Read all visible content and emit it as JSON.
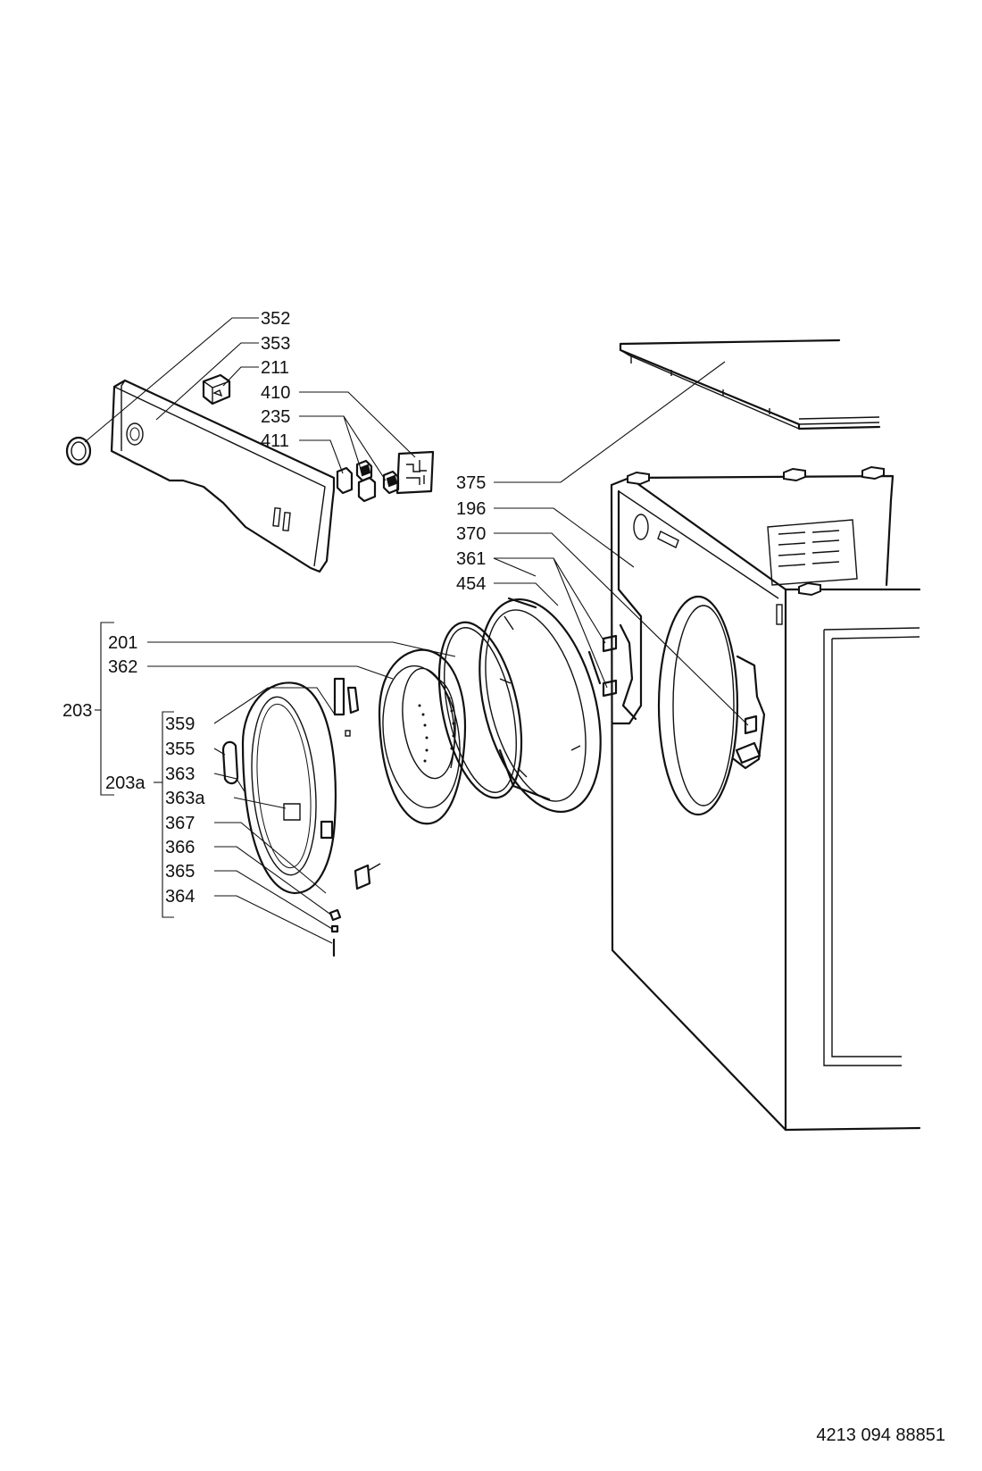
{
  "parts": [
    {
      "id": "p352",
      "label": "352"
    },
    {
      "id": "p353",
      "label": "353"
    },
    {
      "id": "p211",
      "label": "211"
    },
    {
      "id": "p410",
      "label": "410"
    },
    {
      "id": "p235",
      "label": "235"
    },
    {
      "id": "p411",
      "label": "411"
    },
    {
      "id": "p375",
      "label": "375"
    },
    {
      "id": "p196",
      "label": "196"
    },
    {
      "id": "p370",
      "label": "370"
    },
    {
      "id": "p361",
      "label": "361"
    },
    {
      "id": "p454",
      "label": "454"
    },
    {
      "id": "p201",
      "label": "201"
    },
    {
      "id": "p362",
      "label": "362"
    },
    {
      "id": "p203",
      "label": "203"
    },
    {
      "id": "p359",
      "label": "359"
    },
    {
      "id": "p355",
      "label": "355"
    },
    {
      "id": "p363",
      "label": "363"
    },
    {
      "id": "p203a",
      "label": "203a"
    },
    {
      "id": "p363a",
      "label": "363a"
    },
    {
      "id": "p367",
      "label": "367"
    },
    {
      "id": "p366",
      "label": "366"
    },
    {
      "id": "p365",
      "label": "365"
    },
    {
      "id": "p364",
      "label": "364"
    }
  ],
  "document_number": "4213 094 88851"
}
